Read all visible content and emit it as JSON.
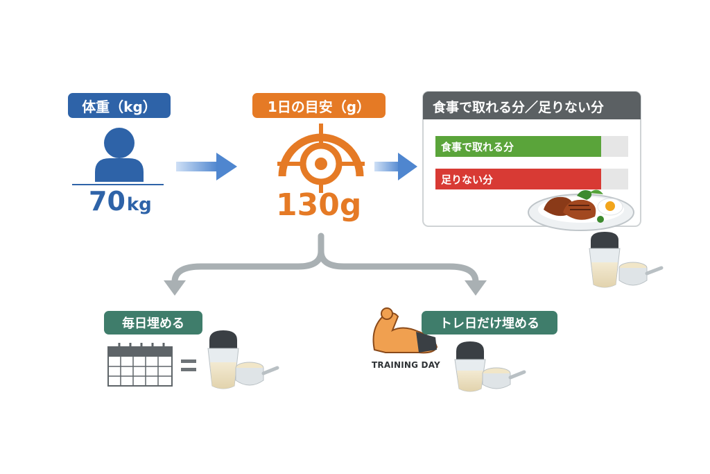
{
  "weight": {
    "label": "体重（kg）",
    "value": "70",
    "unit": "kg",
    "color": "#2e63a8"
  },
  "daily_target": {
    "label": "1日の目安（g）",
    "value": "130g",
    "color": "#e57a25"
  },
  "meal_panel": {
    "title": "食事で取れる分／足りない分",
    "title_color": "#5b6063",
    "bars": [
      {
        "label": "食事で取れる分",
        "color": "#5aa43a",
        "fraction": 0.86
      },
      {
        "label": "足りない分",
        "color": "#d83a34",
        "fraction": 0.86
      }
    ]
  },
  "plans": {
    "everyday": {
      "label": "毎日埋める",
      "color": "#3f7d6b"
    },
    "training": {
      "label": "トレ日だけ埋める",
      "color": "#3f7d6b",
      "badge": "TRAINING DAY"
    }
  },
  "accents": {
    "arrow_blue": "#4f86cf",
    "branch_gray": "#a9b0b3"
  }
}
